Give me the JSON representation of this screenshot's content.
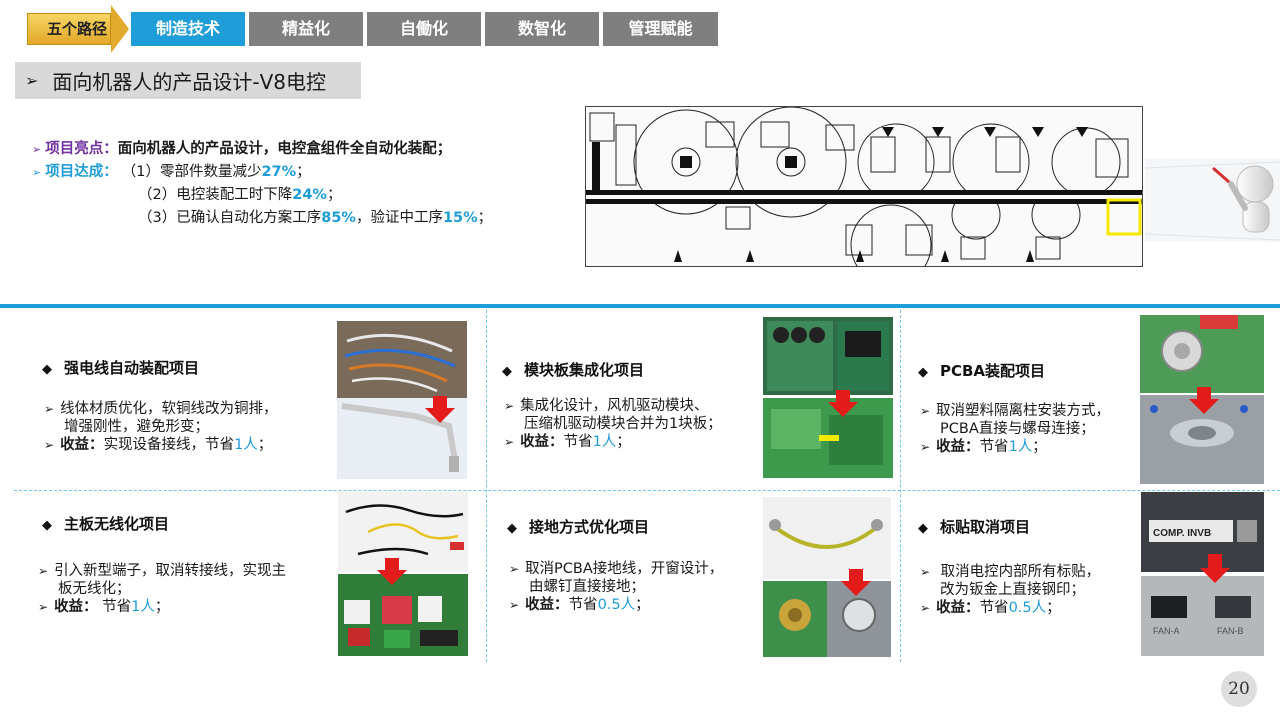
{
  "nav": {
    "badge": "五个路径",
    "tabs": [
      {
        "label": "制造技术",
        "active": true
      },
      {
        "label": "精益化",
        "active": false
      },
      {
        "label": "自働化",
        "active": false
      },
      {
        "label": "数智化",
        "active": false
      },
      {
        "label": "管理赋能",
        "active": false
      }
    ]
  },
  "section_title": "面向机器人的产品设计-V8电控",
  "summary": {
    "highlight_label": "项目亮点：",
    "highlight_text": "面向机器人的产品设计，电控盒组件全自动化装配；",
    "result_label": "项目达成：",
    "results": [
      {
        "prefix": "（1）零部件数量减少",
        "value": "27%",
        "suffix": "；"
      },
      {
        "prefix": "（2）电控装配工时下降",
        "value": "24%",
        "suffix": "；"
      },
      {
        "prefix": "（3）已确认自动化方案工序",
        "value": "85%",
        "middle": "，验证中工序",
        "value2": "15%",
        "suffix": "；"
      }
    ]
  },
  "projects": [
    {
      "title": "强电线自动装配项目",
      "lines": [
        "线体材质优化，软铜线改为铜排，",
        "增强刚性，避免形变；"
      ],
      "gain_label": "收益：",
      "gain_text": "实现设备接线，节省",
      "gain_value": "1人",
      "gain_suffix": "；"
    },
    {
      "title": "模块板集成化项目",
      "lines": [
        "集成化设计，风机驱动模块、",
        "压缩机驱动模块合并为1块板；"
      ],
      "gain_label": "收益：",
      "gain_text": "节省",
      "gain_value": "1人",
      "gain_suffix": "；"
    },
    {
      "title": "PCBA装配项目",
      "lines": [
        "取消塑料隔离柱安装方式，",
        "PCBA直接与螺母连接；"
      ],
      "gain_label": "收益：",
      "gain_text": "节省",
      "gain_value": "1人",
      "gain_suffix": "；"
    },
    {
      "title": "主板无线化项目",
      "lines": [
        "引入新型端子，取消转接线，实现主",
        "板无线化；"
      ],
      "gain_label": "收益：",
      "gain_text": " 节省",
      "gain_value": "1人",
      "gain_suffix": "；"
    },
    {
      "title": "接地方式优化项目",
      "lines": [
        "取消PCBA接地线，开窗设计，",
        "由螺钉直接接地；"
      ],
      "gain_label": "收益：",
      "gain_text": "节省",
      "gain_value": "0.5人",
      "gain_suffix": "；"
    },
    {
      "title": "标贴取消项目",
      "lines": [
        " 取消电控内部所有标贴，",
        "改为钣金上直接钢印；"
      ],
      "gain_label": "收益：",
      "gain_text": "节省",
      "gain_value": "0.5人",
      "gain_suffix": "；"
    }
  ],
  "photo_labels": {
    "comp_label": "COMP. INVB",
    "fan_a": "FAN-A",
    "fan_b": "FAN-B"
  },
  "page_number": "20",
  "colors": {
    "accent": "#1f9dd9",
    "highlight": "#7030a0",
    "tab_inactive": "#7f7f7f",
    "badge": "#e2a82a",
    "arrow": "#e31b1b"
  }
}
